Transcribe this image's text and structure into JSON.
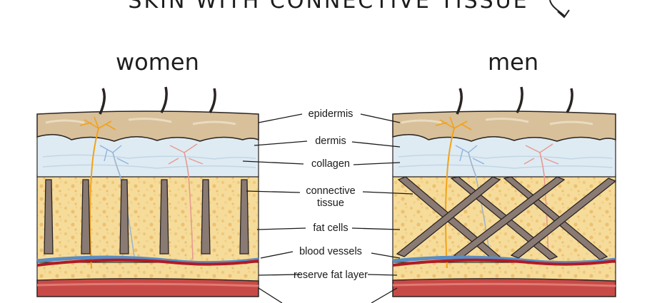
{
  "title": "SKIN WITH CONNECTIVE TISSUE",
  "headings": {
    "women": "women",
    "men": "men"
  },
  "labels": {
    "epidermis": "epidermis",
    "dermis": "dermis",
    "collagen": "collagen",
    "connective_tissue": "connective tissue",
    "fat_cells": "fat cells",
    "blood_vessels": "blood vessels",
    "reserve_fat_layer": "reserve fat layer"
  },
  "colors": {
    "epidermis": "#d8c09a",
    "dermis": "#deebf3",
    "fat": "#f6dc9a",
    "muscle": "#c84a46",
    "blood_vessel": "#b21a24",
    "nerve": "#f2a21a",
    "connective_tissue": "#8a7a74",
    "outline": "#2a2422"
  }
}
